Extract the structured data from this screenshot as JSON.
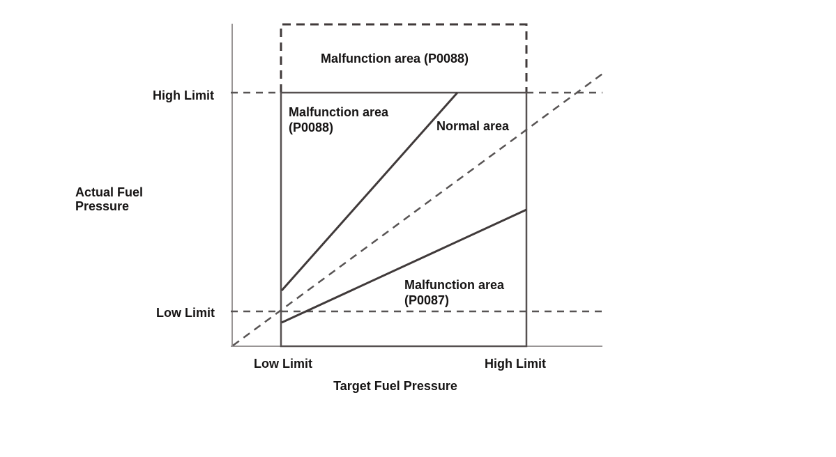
{
  "diagram": {
    "y_axis": {
      "label_line1": "Actual Fuel",
      "label_line2": "Pressure",
      "tick_high": "High Limit",
      "tick_low": "Low Limit"
    },
    "x_axis": {
      "label": "Target Fuel Pressure",
      "tick_low": "Low Limit",
      "tick_high": "High Limit"
    },
    "regions": {
      "top_malfunction_label": "Malfunction area (P0088)",
      "upper_left_malfunction_line1": "Malfunction area",
      "upper_left_malfunction_line2": "(P0088)",
      "normal_label": "Normal area",
      "lower_malfunction_line1": "Malfunction area",
      "lower_malfunction_line2": "(P0087)"
    },
    "colors": {
      "dark_line": "#403a3a",
      "axis_gray": "#999595",
      "dashed_gray": "#575353",
      "text": "#161414",
      "background": "#ffffff"
    }
  },
  "chart_data": {
    "type": "line",
    "title": "",
    "xlabel": "Target Fuel Pressure",
    "ylabel": "Actual Fuel Pressure",
    "x_ticks": [
      "Low Limit",
      "High Limit"
    ],
    "y_ticks": [
      "Low Limit",
      "High Limit"
    ],
    "legend": [],
    "grid": false,
    "regions": [
      "Malfunction area (P0088) above High Limit (dashed box)",
      "Malfunction area (P0088) upper-left of steep boundary line",
      "Normal area between boundary lines around identity reference",
      "Malfunction area (P0087) below shallow boundary line toward Low Limit"
    ],
    "lines": [
      {
        "name": "identity-reference",
        "style": "dashed",
        "from_frac": [
          0.0,
          0.0
        ],
        "to_frac": [
          1.0,
          0.74
        ]
      },
      {
        "name": "p0088-boundary",
        "style": "solid",
        "from_frac": [
          0.13,
          0.15
        ],
        "to_frac": [
          0.61,
          0.69
        ]
      },
      {
        "name": "p0087-boundary",
        "style": "solid",
        "from_frac": [
          0.13,
          0.06
        ],
        "to_frac": [
          0.79,
          0.37
        ]
      },
      {
        "name": "high-limit-guide",
        "style": "dashed",
        "y_frac": 0.69
      },
      {
        "name": "low-limit-guide",
        "style": "dashed",
        "y_frac": 0.09
      }
    ]
  }
}
